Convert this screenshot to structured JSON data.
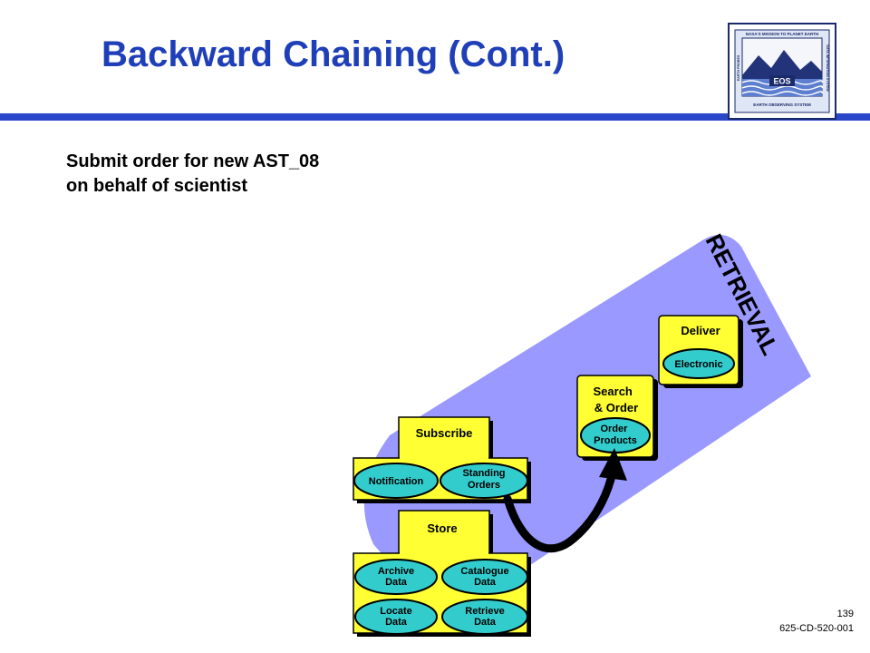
{
  "title": "Backward Chaining (Cont.)",
  "subtitle": {
    "line1": "Submit order for new AST_08",
    "line2": "on behalf of scientist"
  },
  "diagram": {
    "band_label": "RETRIEVAL",
    "store": {
      "tab_label": "Store",
      "items": [
        "Archive Data",
        "Catalogue Data",
        "Locate Data",
        "Retrieve Data"
      ]
    },
    "subscribe": {
      "tab_label": "Subscribe",
      "items": [
        "Notification",
        "Standing Orders"
      ]
    },
    "search_order": {
      "label_line1": "Search",
      "label_line2": "& Order",
      "item_line1": "Order",
      "item_line2": "Products"
    },
    "deliver": {
      "label": "Deliver",
      "item": "Electronic"
    },
    "arrow": "subscribe-to-search-order-arrow"
  },
  "logo": {
    "top_text": "NASA'S MISSION TO PLANET EARTH",
    "center_text": "EOS",
    "bottom_text": "EARTH OBSERVING SYSTEM",
    "left_text": "EARTH PROBES",
    "right_text": "DATA INFORMATION SYSTEM"
  },
  "footer": {
    "page_number": "139",
    "doc_id": "625-CD-520-001"
  },
  "colors": {
    "title_blue": "#1f3fb8",
    "band_lavender": "#9999ff",
    "box_yellow": "#ffff33",
    "oval_cyan": "#33cccc"
  }
}
